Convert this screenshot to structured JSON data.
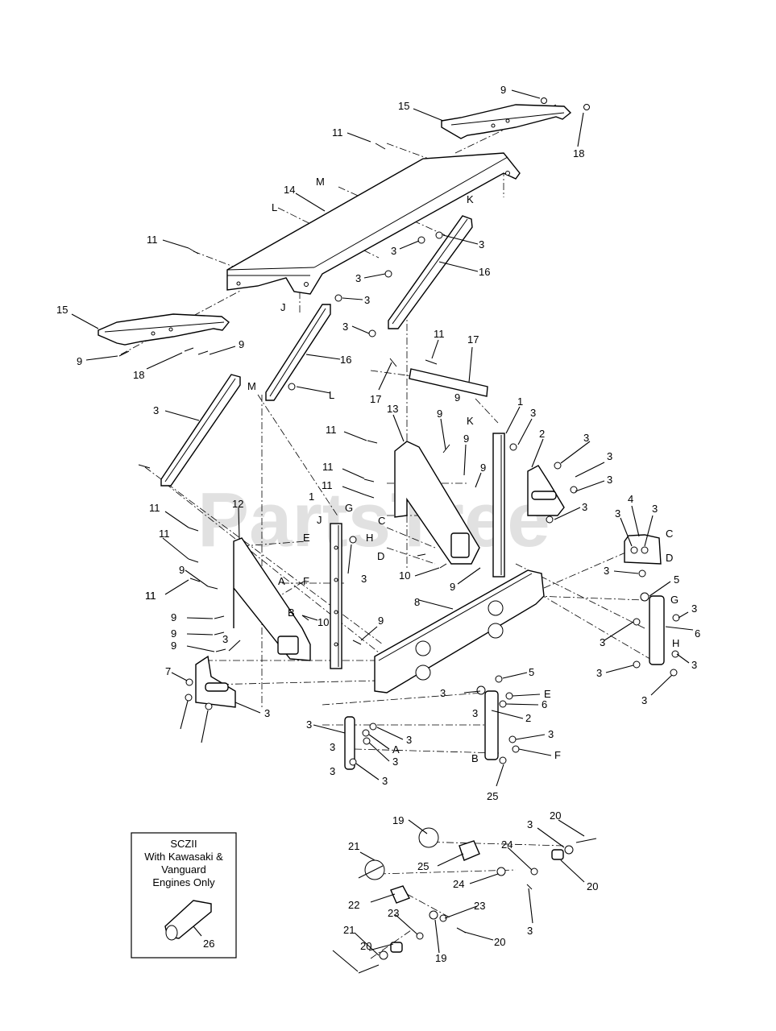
{
  "watermark": "PartsTree",
  "note_box": {
    "lines": [
      "SCZII",
      "With Kawasaki &",
      "Vanguard",
      "Engines Only"
    ],
    "part_number": "26"
  },
  "callouts": [
    {
      "id": "c9a",
      "text": "9"
    },
    {
      "id": "c15a",
      "text": "15"
    },
    {
      "id": "c18a",
      "text": "18"
    },
    {
      "id": "c11a",
      "text": "11"
    },
    {
      "id": "cM1",
      "text": "M"
    },
    {
      "id": "c14",
      "text": "14"
    },
    {
      "id": "cL1",
      "text": "L"
    },
    {
      "id": "cK1",
      "text": "K"
    },
    {
      "id": "c11b",
      "text": "11"
    },
    {
      "id": "c3a",
      "text": "3"
    },
    {
      "id": "c3b",
      "text": "3"
    },
    {
      "id": "c16a",
      "text": "16"
    },
    {
      "id": "c3c",
      "text": "3"
    },
    {
      "id": "cJ1",
      "text": "J"
    },
    {
      "id": "c3d",
      "text": "3"
    },
    {
      "id": "c15b",
      "text": "15"
    },
    {
      "id": "c3e",
      "text": "3"
    },
    {
      "id": "c9b",
      "text": "9"
    },
    {
      "id": "c18b",
      "text": "18"
    },
    {
      "id": "c9c",
      "text": "9"
    },
    {
      "id": "c16b",
      "text": "16"
    },
    {
      "id": "c11c",
      "text": "11"
    },
    {
      "id": "c17a",
      "text": "17"
    },
    {
      "id": "c9d",
      "text": "9"
    },
    {
      "id": "cM2",
      "text": "M"
    },
    {
      "id": "cL2",
      "text": "L"
    },
    {
      "id": "c3f",
      "text": "3"
    },
    {
      "id": "c17b",
      "text": "17"
    },
    {
      "id": "c13",
      "text": "13"
    },
    {
      "id": "c9e",
      "text": "9"
    },
    {
      "id": "c1a",
      "text": "1"
    },
    {
      "id": "c3g",
      "text": "3"
    },
    {
      "id": "cK2",
      "text": "K"
    },
    {
      "id": "c11d",
      "text": "11"
    },
    {
      "id": "c11e",
      "text": "11"
    },
    {
      "id": "c9f",
      "text": "9"
    },
    {
      "id": "c9g",
      "text": "9"
    },
    {
      "id": "c2a",
      "text": "2"
    },
    {
      "id": "c3h",
      "text": "3"
    },
    {
      "id": "c3i",
      "text": "3"
    },
    {
      "id": "c3j",
      "text": "3"
    },
    {
      "id": "c11f",
      "text": "11"
    },
    {
      "id": "c11g",
      "text": "11"
    },
    {
      "id": "cG1",
      "text": "G"
    },
    {
      "id": "c1b",
      "text": "1"
    },
    {
      "id": "cJ2",
      "text": "J"
    },
    {
      "id": "cC1",
      "text": "C"
    },
    {
      "id": "c12",
      "text": "12"
    },
    {
      "id": "cH1",
      "text": "H"
    },
    {
      "id": "c3k",
      "text": "3"
    },
    {
      "id": "c11h",
      "text": "11"
    },
    {
      "id": "cD1",
      "text": "D"
    },
    {
      "id": "c4",
      "text": "4"
    },
    {
      "id": "c3l",
      "text": "3"
    },
    {
      "id": "c3m",
      "text": "3"
    },
    {
      "id": "cC2",
      "text": "C"
    },
    {
      "id": "cE1",
      "text": "E"
    },
    {
      "id": "c11i",
      "text": "11"
    },
    {
      "id": "cD2",
      "text": "D"
    },
    {
      "id": "c10a",
      "text": "10"
    },
    {
      "id": "c9h",
      "text": "9"
    },
    {
      "id": "c3n",
      "text": "3"
    },
    {
      "id": "c9i",
      "text": "9"
    },
    {
      "id": "cA1",
      "text": "A"
    },
    {
      "id": "cF1",
      "text": "F"
    },
    {
      "id": "c3o",
      "text": "3"
    },
    {
      "id": "c5a",
      "text": "5"
    },
    {
      "id": "c11j",
      "text": "11"
    },
    {
      "id": "c8",
      "text": "8"
    },
    {
      "id": "cG2",
      "text": "G"
    },
    {
      "id": "c3p",
      "text": "3"
    },
    {
      "id": "cB1",
      "text": "B"
    },
    {
      "id": "c10b",
      "text": "10"
    },
    {
      "id": "c9j",
      "text": "9"
    },
    {
      "id": "c9k",
      "text": "9"
    },
    {
      "id": "c6a",
      "text": "6"
    },
    {
      "id": "cH2",
      "text": "H"
    },
    {
      "id": "c3q",
      "text": "3"
    },
    {
      "id": "c9l",
      "text": "9"
    },
    {
      "id": "c9m",
      "text": "9"
    },
    {
      "id": "c3r",
      "text": "3"
    },
    {
      "id": "c3s",
      "text": "3"
    },
    {
      "id": "c3t",
      "text": "3"
    },
    {
      "id": "c3u",
      "text": "3"
    },
    {
      "id": "c5b",
      "text": "5"
    },
    {
      "id": "c3v",
      "text": "3"
    },
    {
      "id": "cE2",
      "text": "E"
    },
    {
      "id": "c3w",
      "text": "3"
    },
    {
      "id": "c6b",
      "text": "6"
    },
    {
      "id": "c2b",
      "text": "2"
    },
    {
      "id": "c3x",
      "text": "3"
    },
    {
      "id": "c3y",
      "text": "3"
    },
    {
      "id": "c7",
      "text": "7"
    },
    {
      "id": "c3z",
      "text": "3"
    },
    {
      "id": "c3aa",
      "text": "3"
    },
    {
      "id": "cA2",
      "text": "A"
    },
    {
      "id": "c3ab",
      "text": "3"
    },
    {
      "id": "c3ac",
      "text": "3"
    },
    {
      "id": "cF2",
      "text": "F"
    },
    {
      "id": "cB2",
      "text": "B"
    },
    {
      "id": "c3ad",
      "text": "3"
    },
    {
      "id": "c3ae",
      "text": "3"
    },
    {
      "id": "c25a",
      "text": "25"
    },
    {
      "id": "c19a",
      "text": "19"
    },
    {
      "id": "c20a",
      "text": "20"
    },
    {
      "id": "c3af",
      "text": "3"
    },
    {
      "id": "c24a",
      "text": "24"
    },
    {
      "id": "c25b",
      "text": "25"
    },
    {
      "id": "c21a",
      "text": "21"
    },
    {
      "id": "c20b",
      "text": "20"
    },
    {
      "id": "c24b",
      "text": "24"
    },
    {
      "id": "c22",
      "text": "22"
    },
    {
      "id": "c23a",
      "text": "23"
    },
    {
      "id": "c3ag",
      "text": "3"
    },
    {
      "id": "c23b",
      "text": "23"
    },
    {
      "id": "c20c",
      "text": "20"
    },
    {
      "id": "c21b",
      "text": "21"
    },
    {
      "id": "c20d",
      "text": "20"
    },
    {
      "id": "c19b",
      "text": "19"
    }
  ]
}
